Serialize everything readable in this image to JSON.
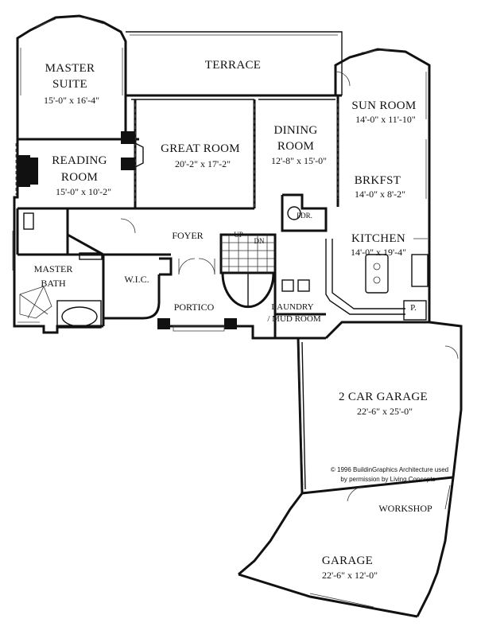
{
  "rooms": {
    "master_suite": {
      "name_1": "MASTER",
      "name_2": "SUITE",
      "dims": "15'-0\" x 16'-4\""
    },
    "terrace": {
      "name": "TERRACE"
    },
    "sun_room": {
      "name": "SUN ROOM",
      "dims": "14'-0\" x 11'-10\""
    },
    "great_room": {
      "name": "GREAT ROOM",
      "dims": "20'-2\" x 17'-2\""
    },
    "dining_room": {
      "name_1": "DINING",
      "name_2": "ROOM",
      "dims": "12'-8\" x 15'-0\""
    },
    "reading_room": {
      "name_1": "READING",
      "name_2": "ROOM",
      "dims": "15'-0\" x 10'-2\""
    },
    "brkfst": {
      "name": "BRKFST",
      "dims": "14'-0\" x 8'-2\""
    },
    "pdr": {
      "name": "PDR."
    },
    "foyer": {
      "name": "FOYER"
    },
    "kitchen": {
      "name": "KITCHEN",
      "dims": "14'-0\" x 19'-4\""
    },
    "master_bath": {
      "name_1": "MASTER",
      "name_2": "BATH"
    },
    "wic": {
      "name": "W.I.C."
    },
    "portico": {
      "name": "PORTICO"
    },
    "laundry": {
      "name_1": "LAUNDRY",
      "name_2": "/ MUD ROOM"
    },
    "pantry": {
      "name": "P."
    },
    "garage_2car": {
      "name": "2 CAR GARAGE",
      "dims": "22'-6\" x 25'-0\""
    },
    "workshop": {
      "name": "WORKSHOP"
    },
    "garage": {
      "name": "GARAGE",
      "dims": "22'-6\" x 12'-0\""
    }
  },
  "stairs": {
    "up": "UP",
    "down": "DN"
  },
  "copyright": {
    "line_1": "© 1996 BuildinGraphics Architecture used",
    "line_2": "by permission by Living Concepts"
  }
}
